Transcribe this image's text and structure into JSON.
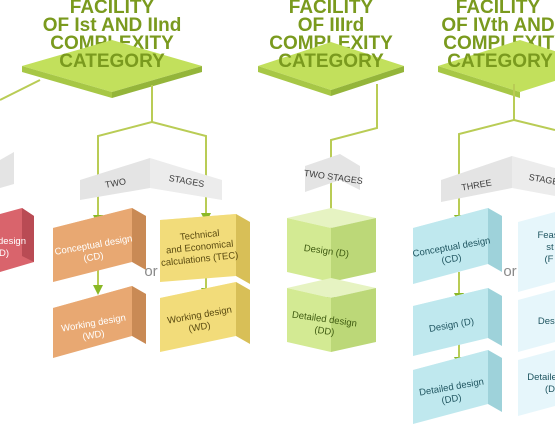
{
  "titles": {
    "col1": [
      "FACILITY",
      "OF Ist AND IInd",
      "COMPLEXITY",
      "CATEGORY"
    ],
    "col2": [
      "FACILITY",
      "OF IIIrd",
      "COMPLEXITY",
      "CATEGORY"
    ],
    "col3": [
      "FACILITY",
      "OF IVth AND",
      "COMPLEXITY",
      "CATEGORY"
    ]
  },
  "stage_tags": {
    "col1_left": "TWO",
    "col1_right": "STAGES",
    "col2": "TWO STAGES",
    "col3_left": "THREE",
    "col3_right": "STAGES"
  },
  "boxes": {
    "left_partial": [
      "design",
      "D)"
    ],
    "col1_conceptual": [
      "Conceptual design",
      "(CD)"
    ],
    "col1_working_a": [
      "Working design",
      "(WD)"
    ],
    "col1_tec": [
      "Technical",
      "and Economical",
      "calculations (TEC)"
    ],
    "col1_working_b": [
      "Working design",
      "(WD)"
    ],
    "col2_design": [
      "Design (D)"
    ],
    "col2_detailed": [
      "Detailed design",
      "(DD)"
    ],
    "col3_conceptual": [
      "Conceptual design",
      "(CD)"
    ],
    "col3_design": [
      "Design (D)"
    ],
    "col3_detailed": [
      "Detailed design",
      "(DD)"
    ],
    "col3_feas": [
      "Feas",
      "st",
      "(F"
    ],
    "col3_desig": [
      "Desig"
    ],
    "col3_detail": [
      "Detaile",
      "(D"
    ]
  },
  "or_label": "or",
  "colors": {
    "title": "#7a9a1e",
    "platform": "#c2e05c",
    "red": "#d9646c",
    "orange": "#e8a872",
    "yellow": "#f2dc7a",
    "lightgreen": "#d3ea93",
    "lightblue": "#bfe8ee",
    "tag_grey": "#e4e4e4"
  }
}
